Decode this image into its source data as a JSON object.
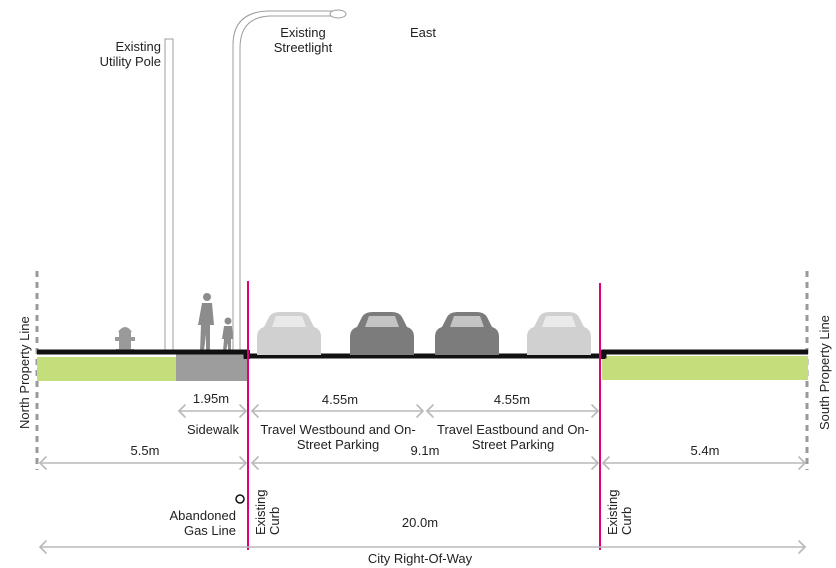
{
  "labels": {
    "utility_pole": [
      "Existing",
      "Utility Pole"
    ],
    "streetlight": [
      "Existing",
      "Streetlight"
    ],
    "direction": "East",
    "north_property_line": "North Property Line",
    "south_property_line": "South Property Line",
    "sidewalk": "Sidewalk",
    "travel_westbound": [
      "Travel Westbound and On-",
      "Street Parking"
    ],
    "travel_eastbound": [
      "Travel Eastbound and On-",
      "Street Parking"
    ],
    "abandoned_gas_line": [
      "Abandoned",
      "Gas Line"
    ],
    "existing_curb": [
      "Existing",
      "Curb"
    ],
    "city_row": "City Right-Of-Way"
  },
  "dimensions": {
    "sidewalk": "1.95m",
    "westbound_lane": "4.55m",
    "eastbound_lane": "4.55m",
    "north_boulevard": "5.5m",
    "roadway": "9.1m",
    "south_boulevard": "5.4m",
    "total_row": "20.0m"
  },
  "colors": {
    "grass": "#c5de7c",
    "sidewalk": "#9d9d9d",
    "curb_line": "#e0007a",
    "ground": "#111111",
    "dim_arrow": "#b9b9b9",
    "car_light": "#d0d0d0",
    "car_dark": "#7c7c7c"
  }
}
